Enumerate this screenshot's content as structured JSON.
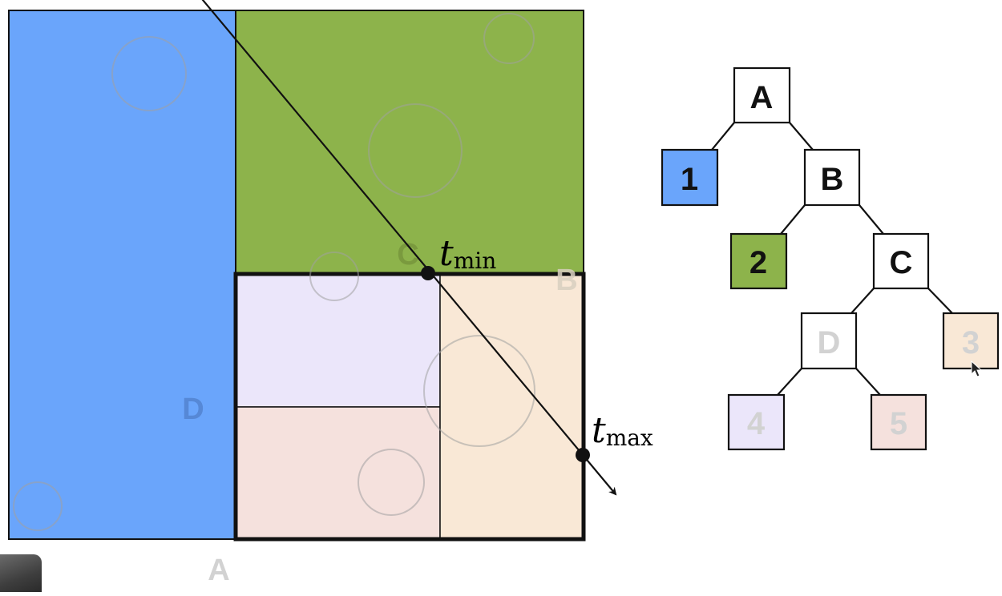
{
  "regions": {
    "A": "A",
    "B": "B",
    "C": "C",
    "D": "D"
  },
  "ray_labels": {
    "t_min": {
      "t": "t",
      "sub": "min"
    },
    "t_max": {
      "t": "t",
      "sub": "max"
    }
  },
  "tree": {
    "interior": [
      "A",
      "B",
      "C",
      "D"
    ],
    "leaves": [
      "1",
      "2",
      "3",
      "4",
      "5"
    ]
  },
  "colors": {
    "blue": "#6aa5fb",
    "green": "#8db34b",
    "lavender": "#ebe6fa",
    "pink": "#f5e1dd",
    "peach": "#f9e8d6",
    "faded_text": "#d2d2d2",
    "outline": "#111111"
  }
}
